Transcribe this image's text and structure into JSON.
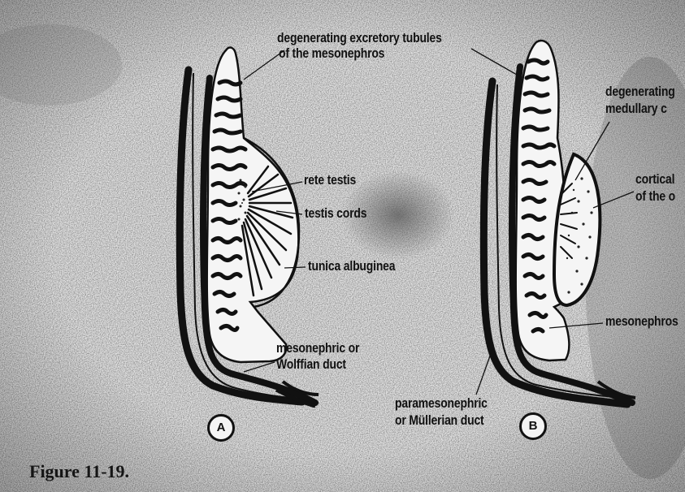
{
  "figure": {
    "caption": "Figure 11-19.",
    "panel_a": {
      "marker": "A",
      "labels": {
        "excretory_line1": "degenerating excretory tubules",
        "excretory_line2": "of the mesonephros",
        "rete_testis": "rete testis",
        "testis_cords": "testis cords",
        "tunica_albuginea": "tunica albuginea",
        "mesonephric_line1": "mesonephric or",
        "mesonephric_line2": "Wolffian duct"
      }
    },
    "panel_b": {
      "marker": "B",
      "labels": {
        "medullary_line1": "degenerating",
        "medullary_line2": "medullary c",
        "cortical_line1": "cortical",
        "cortical_line2": "of the o",
        "mesonephros": "mesonephros",
        "paramesonephric_line1": "paramesonephric",
        "paramesonephric_line2": "or Müllerian duct"
      }
    }
  },
  "colors": {
    "ink": "#111111",
    "paper": "#e2e2e2",
    "organ_fill": "#f5f5f5"
  }
}
